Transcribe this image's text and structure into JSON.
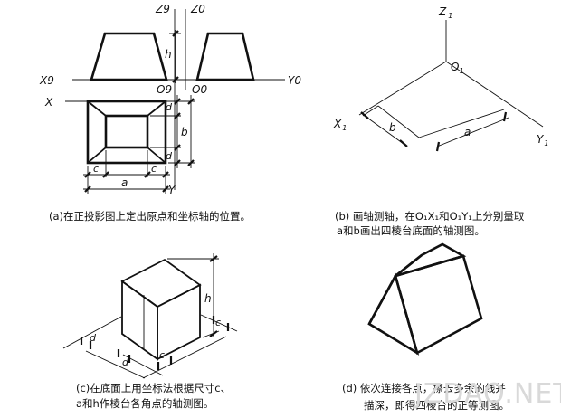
{
  "panel_a": {
    "axis_z9": "Z9",
    "axis_z0": "Z0",
    "axis_x9": "X9",
    "axis_y0": "Y0",
    "origin_o9": "O9",
    "origin_o0": "O0",
    "axis_x": "X",
    "axis_y": "Y",
    "dim_h": "h",
    "dim_b": "b",
    "dim_a": "a",
    "dim_c1": "c",
    "dim_c2": "c",
    "dim_d1": "d",
    "dim_d2": "d",
    "caption": "(a)在正投影图上定出原点和坐标轴的位置。"
  },
  "panel_b": {
    "axis_z": "Z",
    "axis_z_sub": "1",
    "origin": "O",
    "origin_sub": "1",
    "axis_x": "X",
    "axis_x_sub": "1",
    "axis_y": "Y",
    "axis_y_sub": "1",
    "dim_b": "b",
    "dim_a": "a",
    "caption_line1": "(b) 画轴测轴，在O₁X₁和O₁Y₁上分别量取",
    "caption_line2": "a和b画出四棱台底面的轴测图。"
  },
  "panel_c": {
    "dim_h": "h",
    "dim_c1": "c",
    "dim_c2": "c",
    "dim_d1": "d",
    "dim_d2": "d",
    "caption_line1": "(c)在底面上用坐标法根据尺寸c、",
    "caption_line2": "a和h作棱台各角点的轴测图。"
  },
  "panel_d": {
    "caption_line1": "(d) 依次连接各点，擦去多余的线并",
    "caption_line2": "描深，即得四棱台的正等测图。"
  },
  "watermark": "JZDAO.NET"
}
